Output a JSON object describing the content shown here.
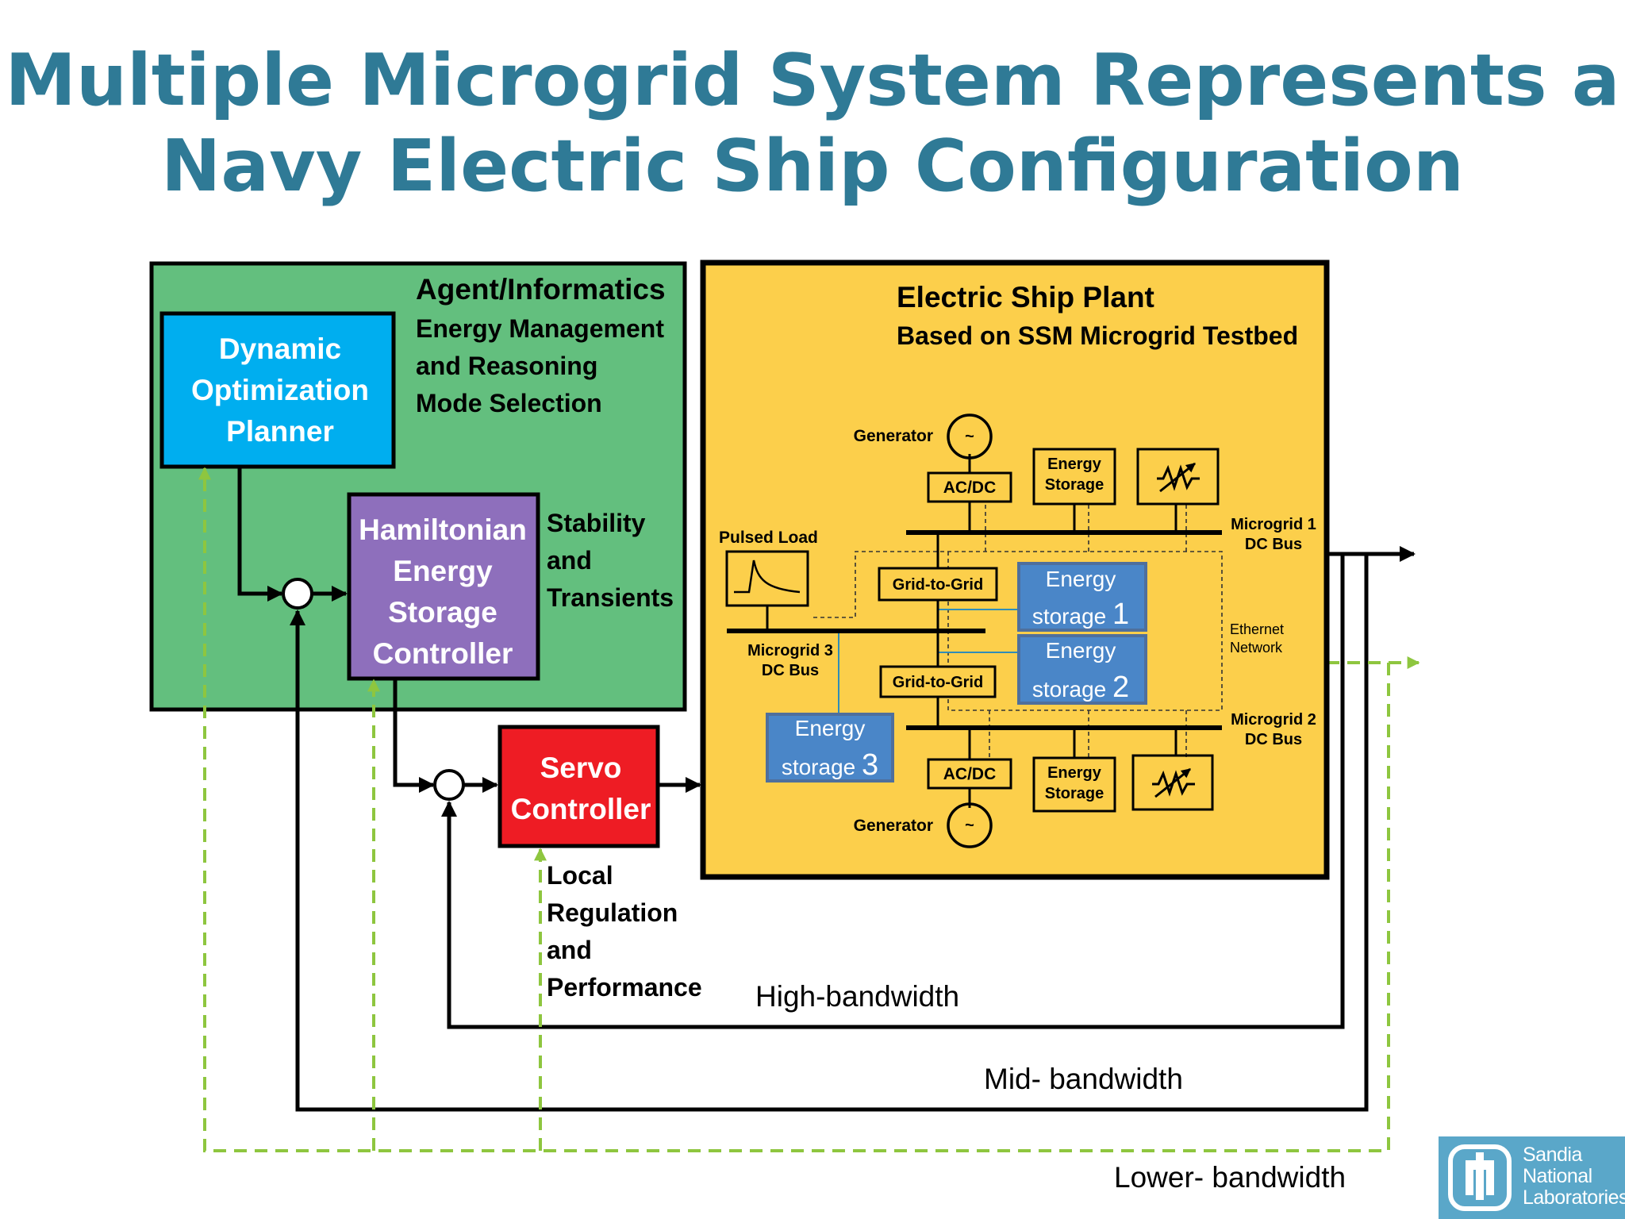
{
  "title": {
    "line1": "Multiple Microgrid System Represents a",
    "line2": "Navy Electric Ship Configuration"
  },
  "agent_box": {
    "header": "Agent/Informatics",
    "line1": "Energy Management",
    "line2": "and Reasoning",
    "line3": "Mode Selection"
  },
  "planner": {
    "l1": "Dynamic",
    "l2": "Optimization",
    "l3": "Planner"
  },
  "hamiltonian": {
    "l1": "Hamiltonian",
    "l2": "Energy",
    "l3": "Storage",
    "l4": "Controller"
  },
  "stability": {
    "l1": "Stability",
    "l2": "and",
    "l3": "Transients"
  },
  "servo": {
    "l1": "Servo",
    "l2": "Controller"
  },
  "local": {
    "l1": "Local",
    "l2": "Regulation",
    "l3": "and",
    "l4": "Performance"
  },
  "plant": {
    "title": "Electric Ship Plant",
    "subtitle": "Based on SSM Microgrid Testbed",
    "generator": "Generator",
    "acdc": "AC/DC",
    "energy_storage_l1": "Energy",
    "energy_storage_l2": "Storage",
    "pulsed_load": "Pulsed Load",
    "mg1_l1": "Microgrid 1",
    "mg1_l2": "DC Bus",
    "mg2_l1": "Microgrid 2",
    "mg2_l2": "DC Bus",
    "mg3_l1": "Microgrid 3",
    "mg3_l2": "DC Bus",
    "grid_to_grid": "Grid-to-Grid",
    "ethernet_l1": "Ethernet",
    "ethernet_l2": "Network",
    "es1_l1": "Energy",
    "es1_l2": "storage",
    "es1_n": "1",
    "es2_l1": "Energy",
    "es2_l2": "storage",
    "es2_n": "2",
    "es3_l1": "Energy",
    "es3_l2": "storage",
    "es3_n": "3",
    "tilde": "~"
  },
  "bandwidth": {
    "high": "High-bandwidth",
    "mid": "Mid- bandwidth",
    "lower": "Lower- bandwidth"
  },
  "logo": {
    "l1": "Sandia",
    "l2": "National",
    "l3": "Laboratories"
  },
  "colors": {
    "title": "#2f7a96",
    "agent_green": "#63bf7e",
    "planner_blue": "#00aeef",
    "hamiltonian_purple": "#8e6fbc",
    "servo_red": "#ee1c24",
    "plant_yellow": "#fccf4b",
    "energy_storage_blue": "#4a86c8",
    "dashed_green": "#8ec63f",
    "logo_blue": "#5aa7c9"
  }
}
